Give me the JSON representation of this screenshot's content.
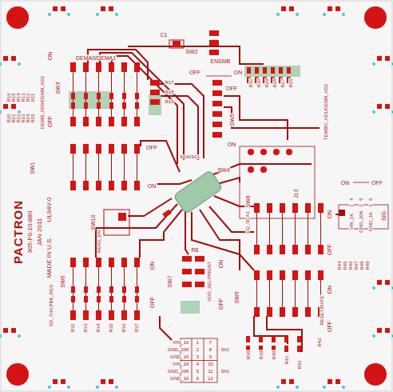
{
  "diagram": {
    "labels": [
      "DEMA0/DEMA1",
      "C1",
      "SW2",
      "ENSMB",
      "OFF",
      "ON",
      "SW3",
      "ON",
      "OFF",
      "R16",
      "R20",
      "R15",
      "R21",
      "R14",
      "R22",
      "R13",
      "R23",
      "R12",
      "R24",
      "R11",
      "R25",
      "DEMB_AD0/DEMB_AD2",
      "R17",
      "R18",
      "R19",
      "R31",
      "R30",
      "R29",
      "R28",
      "R27",
      "R26",
      "SW5",
      "OFF",
      "ON",
      "TEMBO_AD1/DEMB_AD2",
      "SW1",
      "OFF",
      "ON",
      "SDA/SCL",
      "SW4",
      "J13",
      "PACTRON",
      "305-F0-10-880",
      "JAN 2011",
      "UL94V-0",
      "MADE IN U.S.",
      "READ_EN",
      "SW10",
      "ON",
      "OFF",
      "VIN_1K",
      "1",
      "4",
      "GND_20K",
      "2",
      "5",
      "GND_1K",
      "3",
      "6",
      "SIG",
      "EQ_SCA1",
      "SW8",
      "ON",
      "OFF",
      "R44",
      "R45",
      "R46",
      "R47",
      "R48",
      "R49",
      "SD_TH/LPBK_RES",
      "SW6",
      "ON",
      "OFF",
      "R32",
      "R33",
      "R34",
      "R35",
      "R36",
      "R37",
      "R8",
      "SW7",
      "VOD_SEL/PRGNT",
      "ON",
      "OFF",
      "SW9",
      "ON",
      "OFF",
      "RESET/RATE",
      "R38",
      "R39",
      "R40",
      "R41",
      "R42",
      "R43",
      "VIN_1K",
      "1",
      "7",
      "GND_20K",
      "2",
      "8",
      "GND_1K",
      "3",
      "9",
      "VIN_1K",
      "4",
      "10",
      "GND_20K",
      "5",
      "11",
      "GND_1K",
      "6",
      "12",
      "SIG",
      "SIG"
    ]
  }
}
